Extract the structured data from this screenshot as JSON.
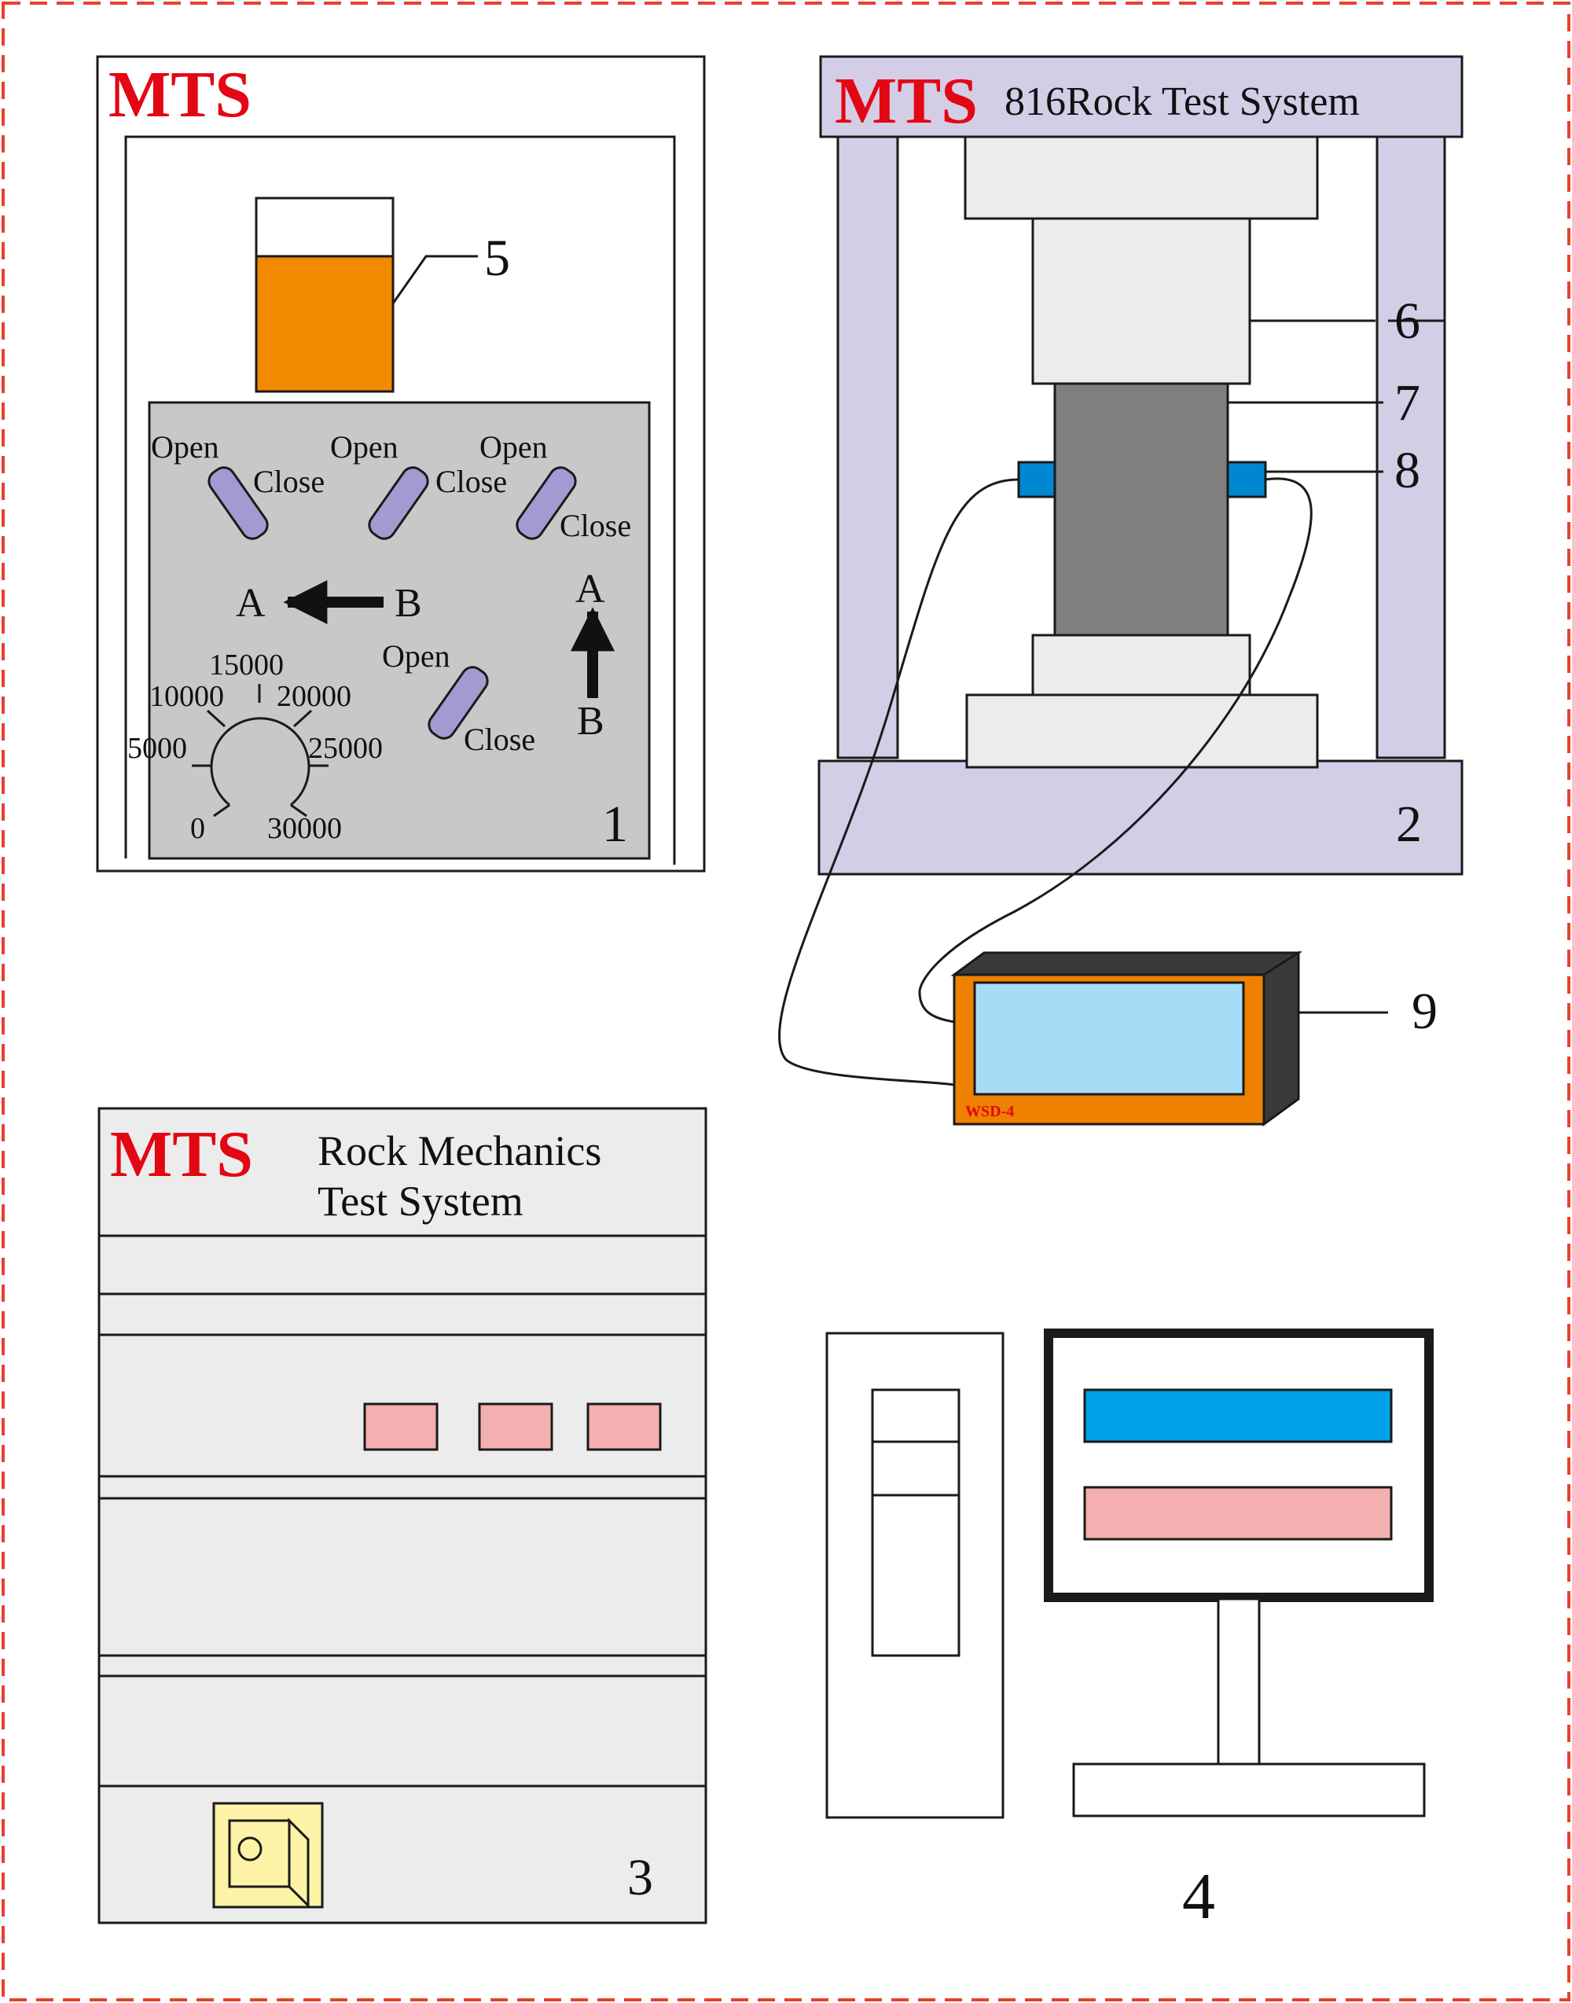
{
  "colors": {
    "border_dashed": "#e8412c",
    "brand_red": "#e30613",
    "frame_lavender": "#d3cde6",
    "panel_gray": "#c8c8c8",
    "knob_purple": "#a49ad2",
    "oil_orange": "#f18a00",
    "light_fill": "#ececec",
    "specimen_gray": "#7f7f7f",
    "sensor_blue": "#0087d1",
    "screen_light_blue": "#a6dcf6",
    "bar_blue": "#00a0e6",
    "bar_pink": "#f4b0b0",
    "switch_yellow": "#fdf3a6",
    "device_orange": "#ef8100",
    "device_dark": "#3a3a3a"
  },
  "unit1": {
    "brand": "MTS",
    "number": "1",
    "oil_tank_label": "5",
    "valves": [
      {
        "open": "Open",
        "close": "Close"
      },
      {
        "open": "Open",
        "close": "Close"
      },
      {
        "open": "Open",
        "close": "Close"
      },
      {
        "open": "Open",
        "close": "Close"
      }
    ],
    "arrow_horizontal": {
      "from": "B",
      "to": "A"
    },
    "arrow_vertical": {
      "from": "B",
      "to": "A"
    },
    "dial_ticks": [
      "0",
      "5000",
      "10000",
      "15000",
      "20000",
      "25000",
      "30000"
    ]
  },
  "unit2": {
    "brand": "MTS",
    "title": "816Rock Test System",
    "number": "2",
    "labels": {
      "ram": "6",
      "specimen": "7",
      "sensor": "8"
    }
  },
  "unit9": {
    "label": "9",
    "device_name": "WSD-4"
  },
  "unit3": {
    "brand": "MTS",
    "title_line1": "Rock Mechanics",
    "title_line2": "Test System",
    "number": "3"
  },
  "unit4": {
    "number": "4"
  }
}
